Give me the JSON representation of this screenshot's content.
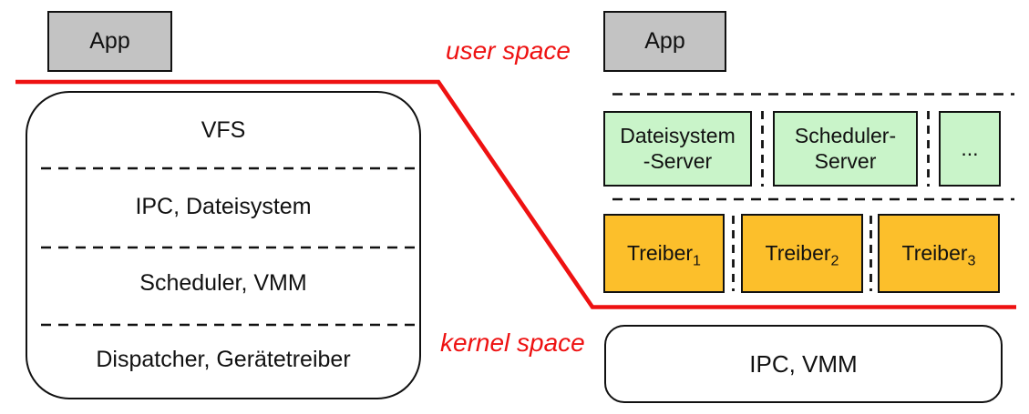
{
  "labels": {
    "user_space": "user space",
    "kernel_space": "kernel space"
  },
  "colors": {
    "boundary_red": "#ee1111",
    "app_gray": "#c3c3c3",
    "server_green": "#c9f4c9",
    "driver_orange": "#fcbf2b",
    "line_black": "#111111"
  },
  "monolithic": {
    "app_label": "App",
    "kernel_layers": [
      {
        "label": "VFS"
      },
      {
        "label": "IPC, Dateisystem"
      },
      {
        "label": "Scheduler, VMM"
      },
      {
        "label": "Dispatcher, Gerätetreiber"
      }
    ]
  },
  "microkernel": {
    "app_label": "App",
    "servers": [
      {
        "line1": "Dateisystem",
        "line2": "-Server"
      },
      {
        "line1": "Scheduler-",
        "line2": "Server"
      },
      {
        "line1": "...",
        "line2": ""
      }
    ],
    "drivers": [
      {
        "base": "Treiber",
        "sub": "1"
      },
      {
        "base": "Treiber",
        "sub": "2"
      },
      {
        "base": "Treiber",
        "sub": "3"
      }
    ],
    "kernel_label": "IPC, VMM"
  }
}
